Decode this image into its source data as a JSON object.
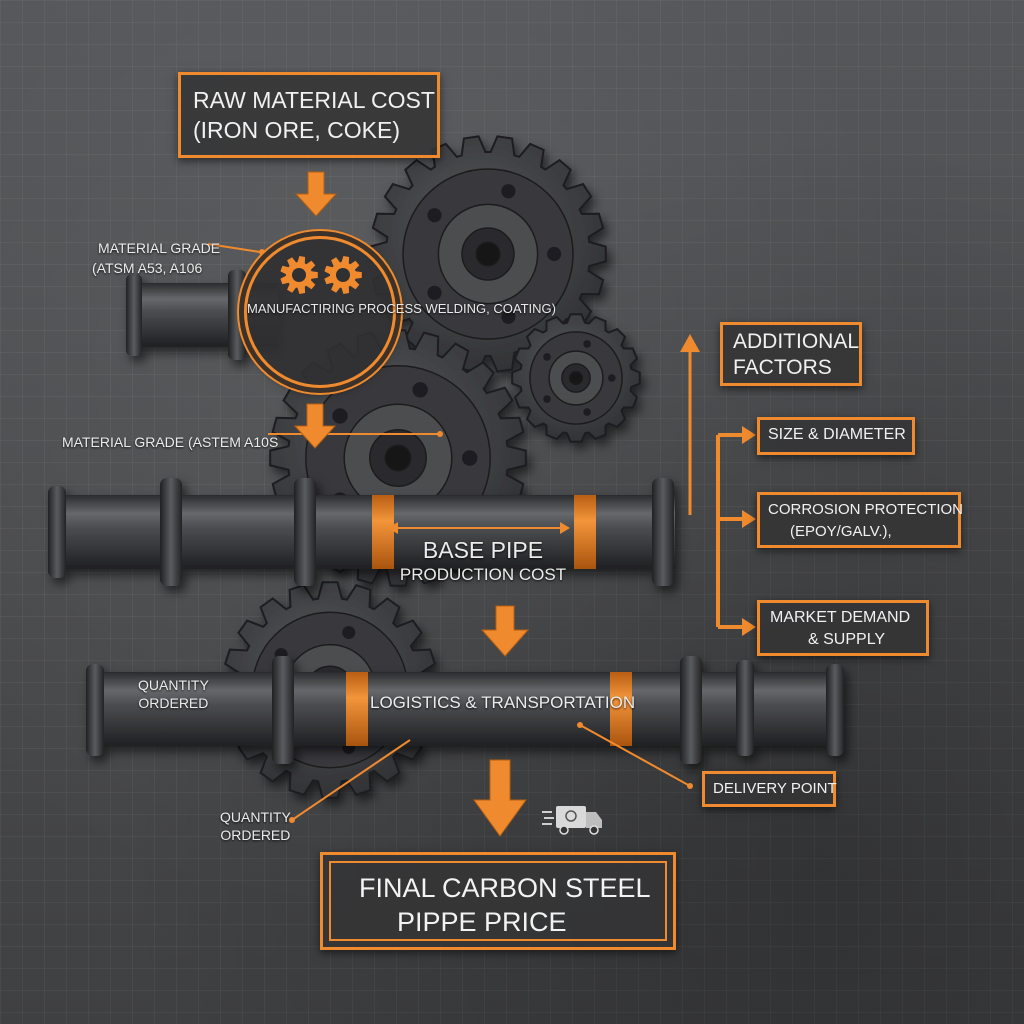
{
  "colors": {
    "accent": "#f08a2e",
    "steel": "#3c3e41",
    "text": "#f1f1f1"
  },
  "raw_material": {
    "line1": "RAW MATERIAL COST",
    "line2": "(IRON ORE, COKE)"
  },
  "manufacturing": {
    "line1": "MANUFACTIRING",
    "line2": "PROCESS",
    "line3": "WELDING,",
    "line4": "COATING)"
  },
  "material_grade_top": {
    "line1": "MATERIAL GRADE",
    "line2": "(ATSM A53, A106"
  },
  "material_grade_mid": "MATERIAL GRADE (ASTEM A10S",
  "base_pipe": {
    "line1": "BASE PIPE",
    "line2": "PRODUCTION COST"
  },
  "logistics": "LOGISTICS & TRANSPORTATION",
  "quantity_left": {
    "line1": "QUANTITY",
    "line2": "ORDERED"
  },
  "quantity_bottom": {
    "line1": "QUANTITY",
    "line2": "ORDERED"
  },
  "additional": {
    "line1": "ADDITIONAL",
    "line2": "FACTORS"
  },
  "size": "SIZE & DIAMETER",
  "corrosion": {
    "line1": "CORROSION PROTECTION",
    "line2": "(EPOY/GALV.),"
  },
  "market": {
    "line1": "MARKET DEMAND",
    "line2": "& SUPPLY"
  },
  "delivery": "DELIVERY POINT",
  "final": {
    "line1": "FINAL CARBON STEEL",
    "line2": "PIPPE PRICE"
  },
  "icons": [
    "gear-icon",
    "delivery-truck-icon",
    "arrow-down-icon",
    "arrow-right-icon",
    "arrow-up-icon"
  ]
}
